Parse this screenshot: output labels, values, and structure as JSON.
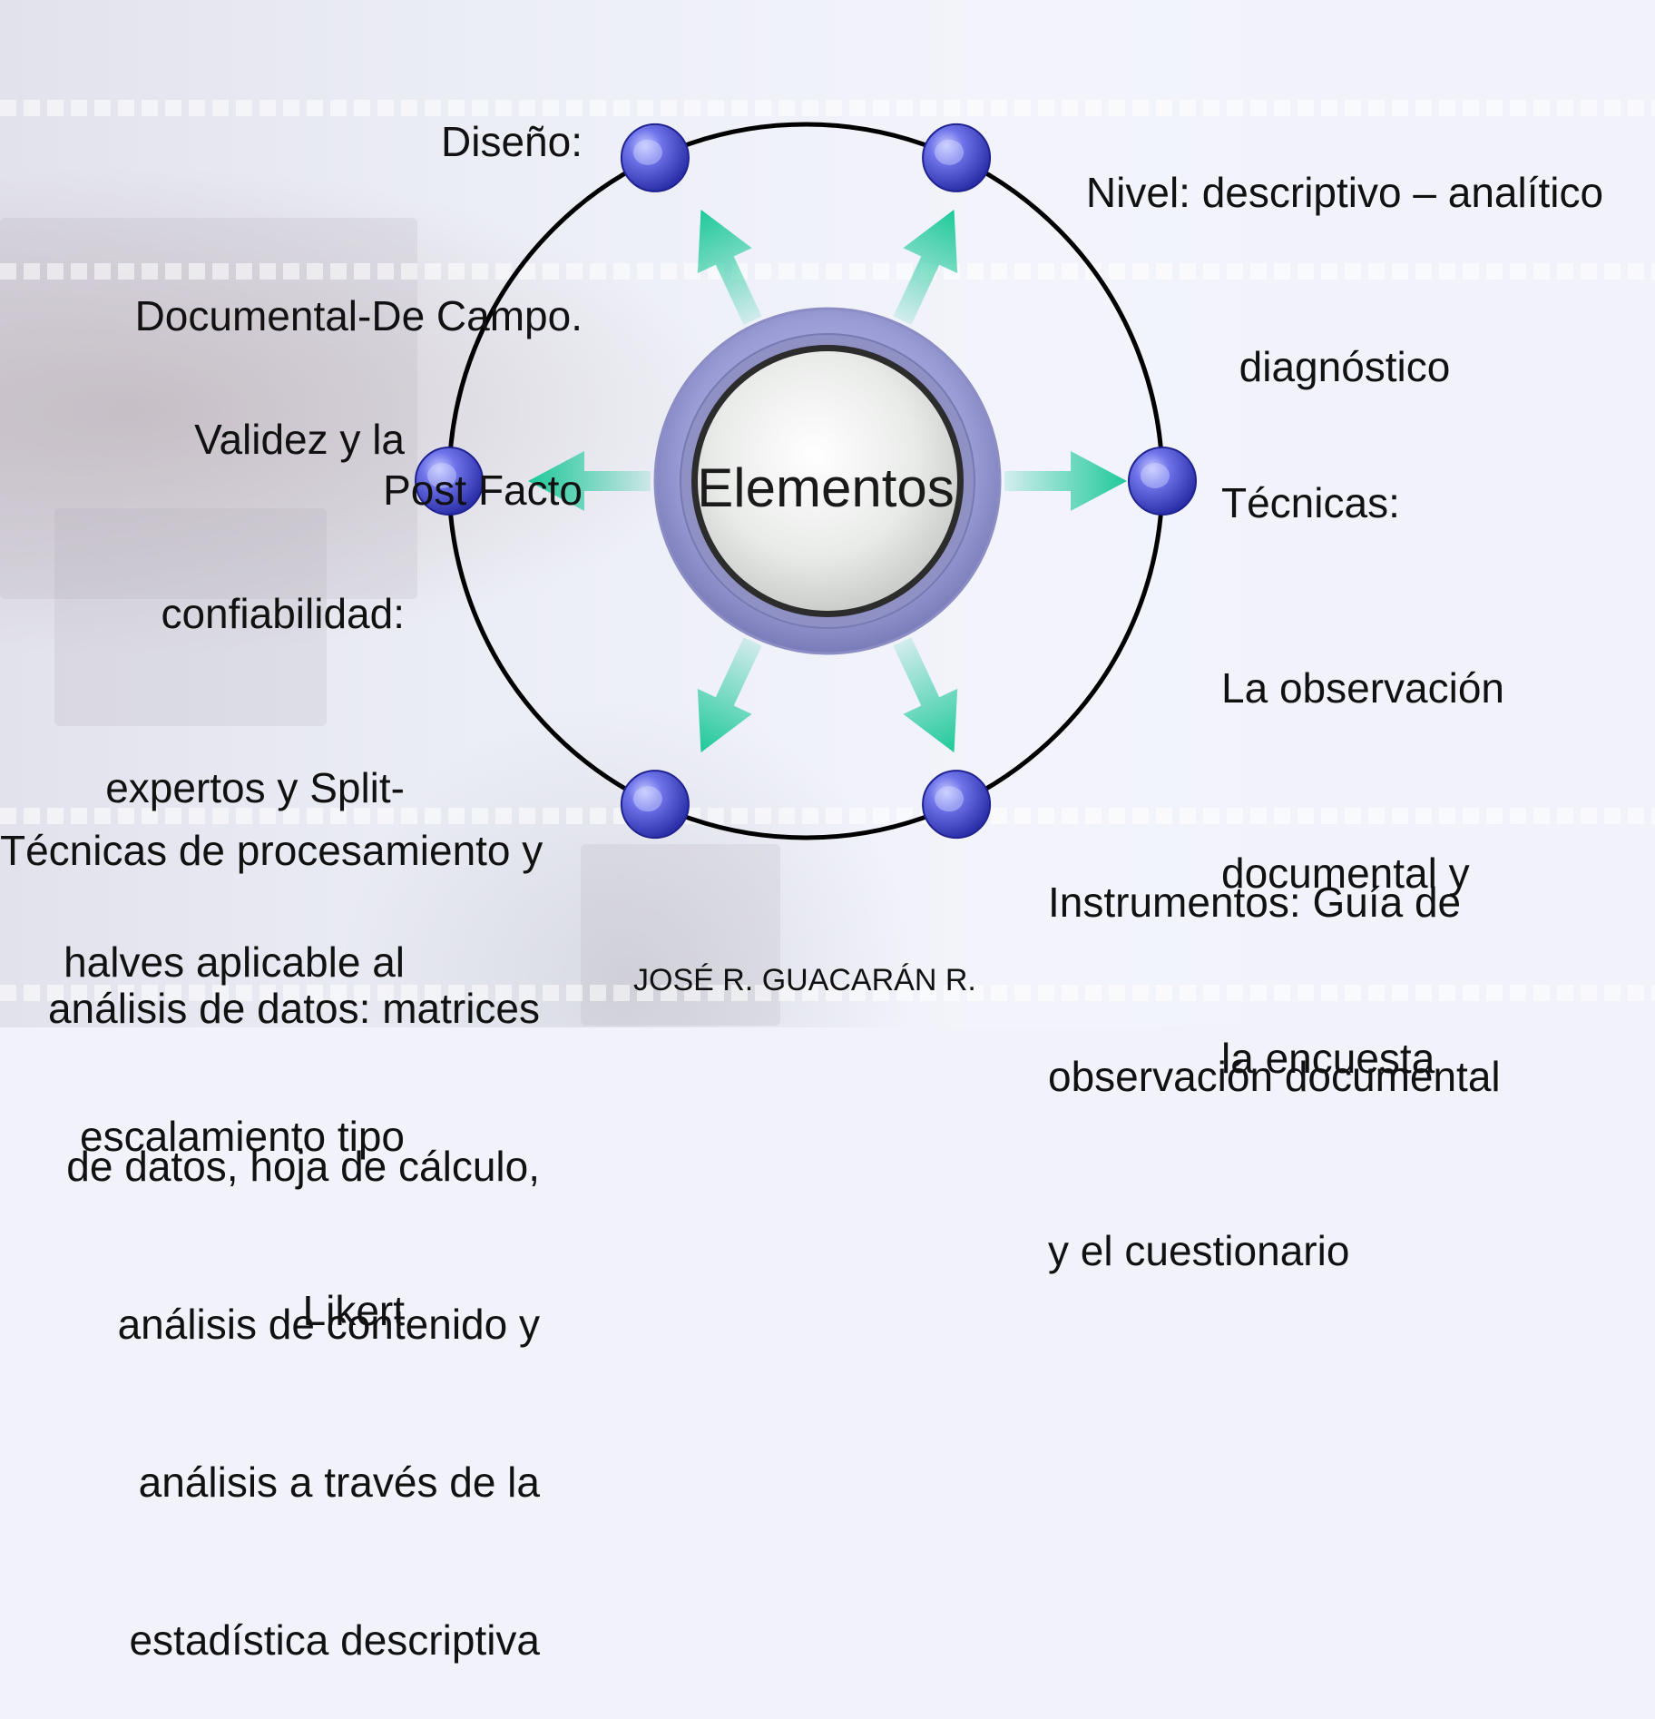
{
  "center": {
    "label": "Elementos"
  },
  "nodes": [
    {
      "id": "diseno",
      "lines": [
        "Diseño:",
        "Documental-De Campo.",
        "Post Facto"
      ]
    },
    {
      "id": "nivel",
      "lines": [
        "Nivel: descriptivo – analítico",
        "diagnóstico"
      ]
    },
    {
      "id": "tecnicas",
      "lines": [
        "Técnicas:",
        "La observación",
        "documental y",
        "la encuesta"
      ]
    },
    {
      "id": "instrumentos",
      "lines": [
        "Instrumentos: Guía de",
        "observación documental",
        "y el cuestionario"
      ]
    },
    {
      "id": "procesamiento",
      "lines": [
        "Técnicas de procesamiento y",
        "análisis de datos: matrices",
        "de datos, hoja de cálculo,",
        "análisis de contenido y",
        "análisis a través de la",
        "estadística descriptiva"
      ]
    },
    {
      "id": "validez",
      "lines": [
        "Validez y la",
        "confiabilidad:",
        "expertos y Split-",
        "halves aplicable al",
        "escalamiento tipo",
        "Likert"
      ]
    }
  ],
  "author": "JOSÉ R. GUACARÁN R.",
  "colors": {
    "ring": "#000000",
    "node": "#4a4fd6",
    "arrow": "#1fc99a",
    "center_outer": "#8e90c8",
    "center_inner": "#e6e8e6"
  }
}
